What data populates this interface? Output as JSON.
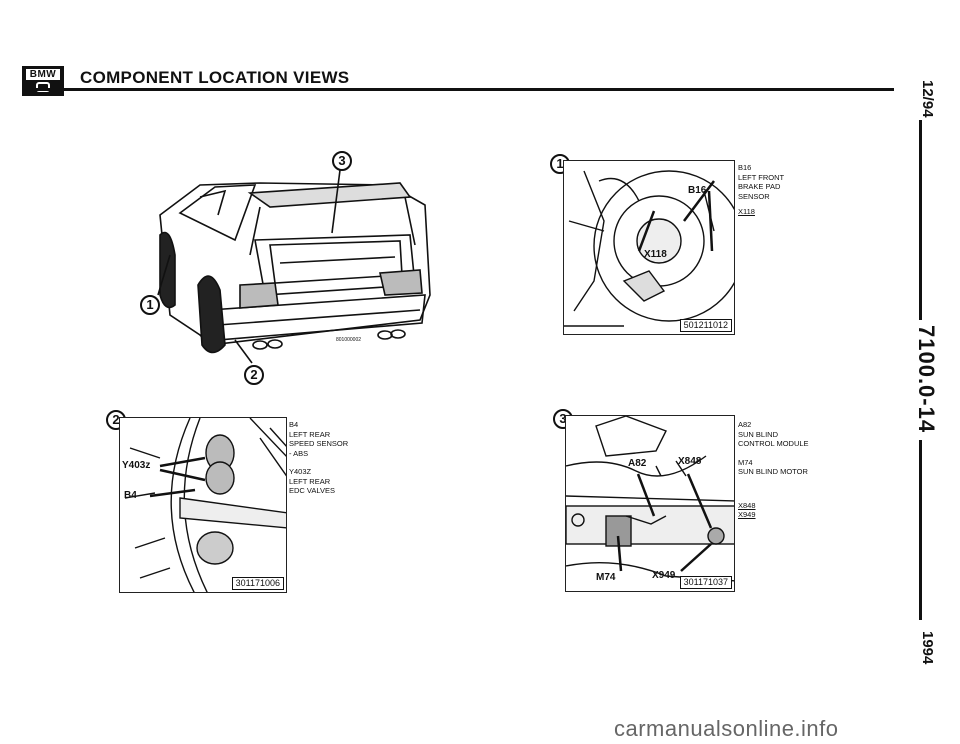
{
  "header": {
    "logo_text": "BMW",
    "title": "COMPONENT LOCATION VIEWS"
  },
  "side": {
    "date": "12/94",
    "code": "7100.0-14",
    "year": "1994"
  },
  "overview": {
    "callouts": [
      "1",
      "2",
      "3"
    ],
    "image_code": "801000002"
  },
  "figures": [
    {
      "callout": "1",
      "ref": "501211012",
      "labels": [
        "B16",
        "X118"
      ],
      "caption": [
        {
          "id": "B16",
          "lines": [
            "LEFT FRONT",
            "BRAKE PAD",
            "SENSOR"
          ]
        },
        {
          "id": "X118",
          "lines": []
        }
      ]
    },
    {
      "callout": "2",
      "ref": "301171006",
      "labels": [
        "Y403z",
        "B4"
      ],
      "caption": [
        {
          "id": "B4",
          "lines": [
            "LEFT REAR",
            "SPEED SENSOR",
            "- ABS"
          ]
        },
        {
          "id": "Y403z",
          "lines": [
            "LEFT REAR",
            "EDC VALVES"
          ]
        }
      ]
    },
    {
      "callout": "3",
      "ref": "301171037",
      "labels": [
        "A82",
        "X848",
        "M74",
        "X949"
      ],
      "caption": [
        {
          "id": "A82",
          "lines": [
            "SUN BLIND",
            "CONTROL MODULE"
          ]
        },
        {
          "id": "M74",
          "lines": [
            "SUN BLIND MOTOR"
          ]
        },
        {
          "id": "X848",
          "lines": []
        },
        {
          "id": "X949",
          "lines": []
        }
      ]
    }
  ],
  "watermark": "carmanualsonline.info",
  "colors": {
    "ink": "#111111",
    "paper": "#ffffff",
    "watermark": "#666666"
  }
}
